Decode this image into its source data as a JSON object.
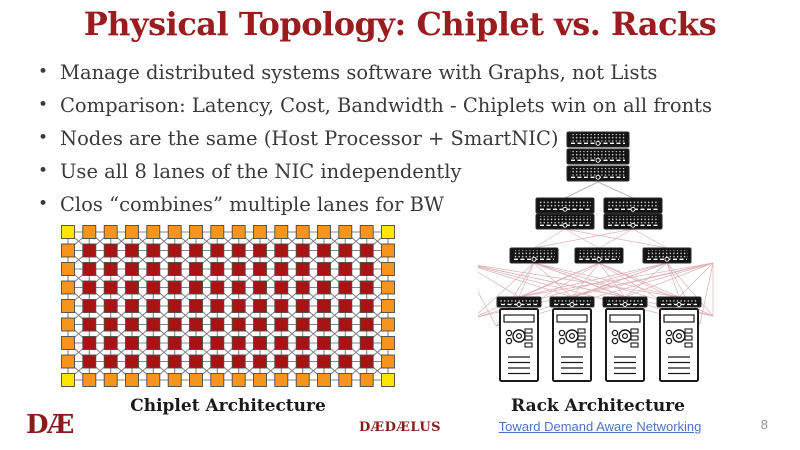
{
  "slide": {
    "title": "Physical Topology: Chiplet vs. Racks",
    "bullets": [
      "Manage distributed systems software with Graphs, not Lists",
      "Comparison: Latency, Cost, Bandwidth - Chiplets win on all fronts",
      "Nodes are the same (Host Processor + SmartNIC)",
      "Use all 8 lanes of the NIC independently",
      "Clos “combines” multiple lanes for BW"
    ],
    "page_number": "8"
  },
  "diagrams": {
    "chiplet": {
      "label": "Chiplet Architecture",
      "grid_cols": 16,
      "grid_rows": 9,
      "corner_color": "#ffe600",
      "edge_color": "#f7941d",
      "core_color": "#a81414",
      "node_border_color": "#4a4a4a",
      "link_color": "#848484"
    },
    "rack": {
      "label": "Rack Architecture",
      "core_switch_units": 3,
      "aggregation_stacks": 2,
      "aggregation_units_per_stack": 2,
      "edge_switches": 3,
      "racks": 4,
      "switch_color": "#141414",
      "mesh_link_color": "#c2717d",
      "tree_link_color": "#b9b9b9"
    }
  },
  "footer": {
    "logo_text": "DÆ",
    "brand_text": "DÆDÆLUS",
    "link_text": "Toward Demand Aware Networking"
  },
  "theme": {
    "title_color": "#9b1c1f",
    "text_color": "#3a3a3a",
    "accent_dark_red": "#8b1a1a",
    "link_color": "#4a73c7",
    "page_number_color": "#9a8f9a"
  }
}
